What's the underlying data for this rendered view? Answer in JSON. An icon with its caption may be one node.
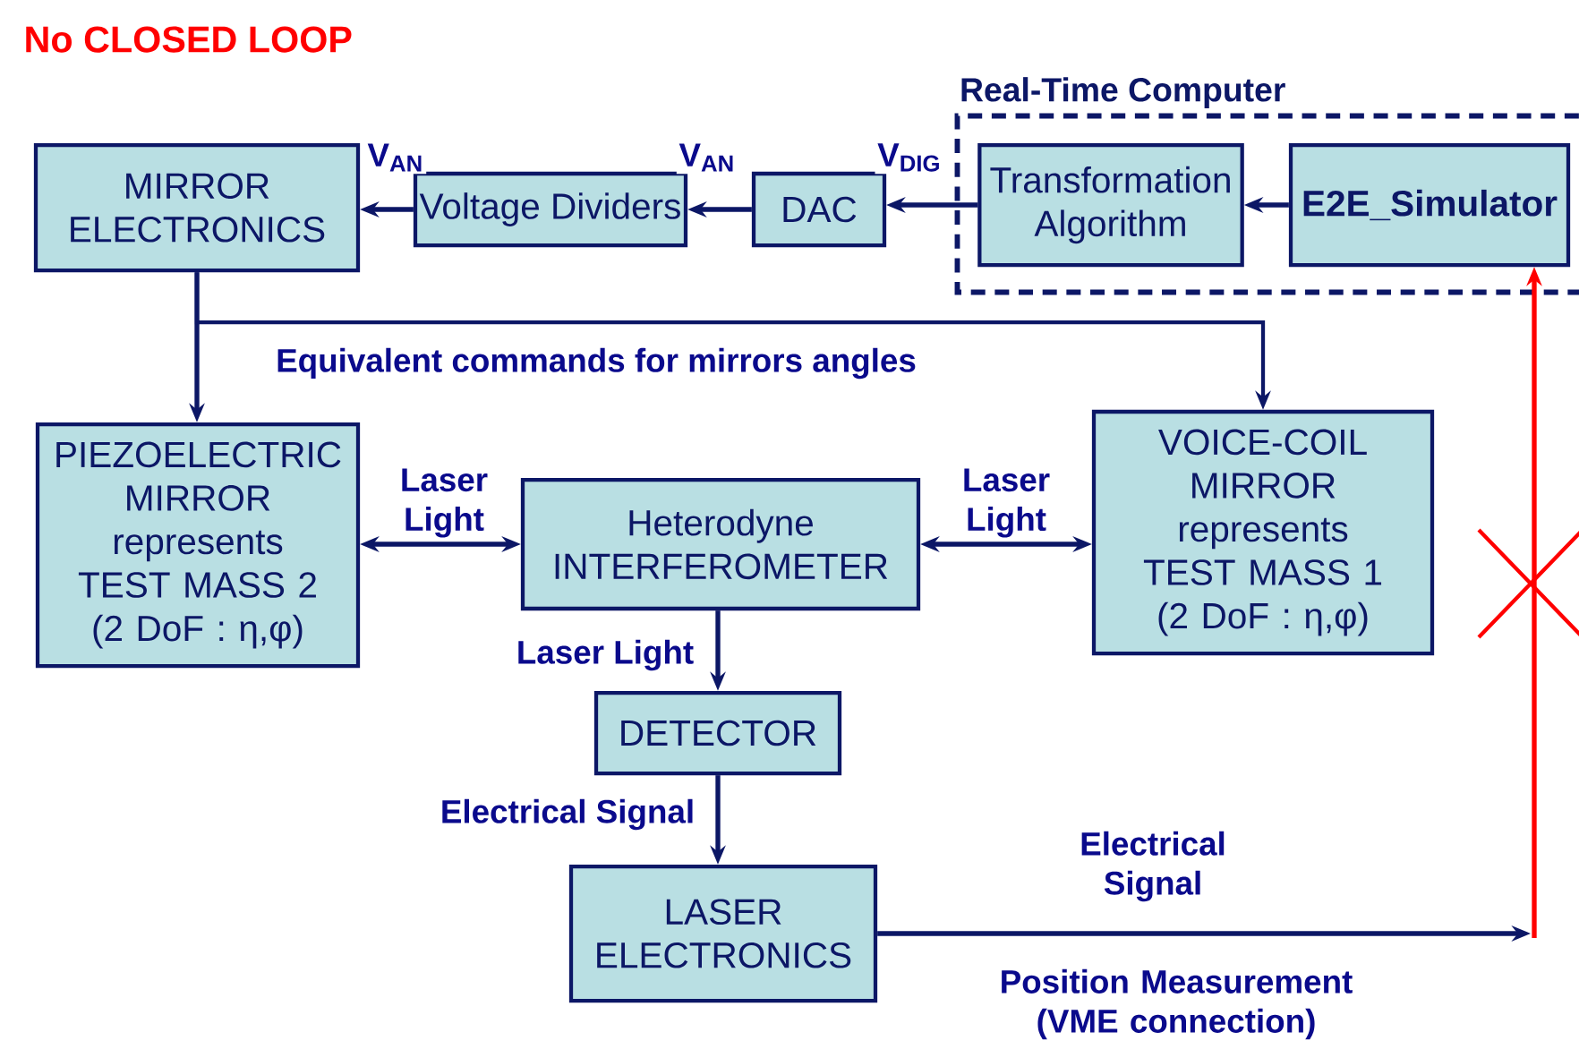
{
  "diagram": {
    "title": "No CLOSED LOOP",
    "nodes": [
      {
        "text": [
          "MIRROR ELECTRONICS"
        ]
      },
      {
        "text": [
          "Voltage Dividers"
        ]
      },
      {
        "text": [
          "DAC"
        ]
      },
      {
        "text": [
          "Real-Time Computer"
        ]
      },
      {
        "text": [
          "Transformation Algorithm"
        ],
        "in": 3
      },
      {
        "text": [
          "E2E_Simulator"
        ],
        "in": 3
      },
      {
        "text": [
          "PIEZOELECTRIC MIRROR represents TEST MASS 2 (2 DoF : η,φ)"
        ]
      },
      {
        "text": [
          "Heterodyne INTERFEROMETER"
        ]
      },
      {
        "text": [
          "VOICE-COIL MIRROR represents TEST MASS 1 (2 DoF : η,φ)"
        ]
      },
      {
        "text": [
          "DETECTOR"
        ]
      },
      {
        "text": [
          "LASER ELECTRONICS"
        ]
      }
    ],
    "edges": [
      {
        "from": 1,
        "to": 0,
        "arrow": "to",
        "label": "V$_{AN}$"
      },
      {
        "from": 2,
        "to": 1,
        "arrow": "to",
        "label": "V$_{AN}$"
      },
      {
        "from": 4,
        "to": 2,
        "arrow": "to",
        "label": "V$_{DIG}$"
      },
      {
        "from": 5,
        "to": 4,
        "arrow": "to"
      },
      {
        "from": 0,
        "to": 6,
        "arrow": "to"
      },
      {
        "from": 0,
        "to": 8,
        "arrow": "to"
      },
      {
        "from": 6,
        "to": 7,
        "arrow": "both",
        "label": "Laser Light"
      },
      {
        "from": 7,
        "to": 8,
        "arrow": "both",
        "label": "Laser Light"
      },
      {
        "from": 7,
        "to": 9,
        "arrow": "to",
        "label": "Laser Light"
      },
      {
        "from": 9,
        "to": 10,
        "arrow": "to",
        "label": "Electrical Signal"
      },
      {
        "from": 10,
        "to": null,
        "arrow": "to",
        "label": "Electrical Signal"
      },
      {
        "from": null,
        "to": 5,
        "arrow": "to",
        "color": "#ff0000"
      }
    ],
    "labels": [
      "Equivalent commands for mirrors angles",
      "Position Measurement (VME connection)"
    ]
  }
}
